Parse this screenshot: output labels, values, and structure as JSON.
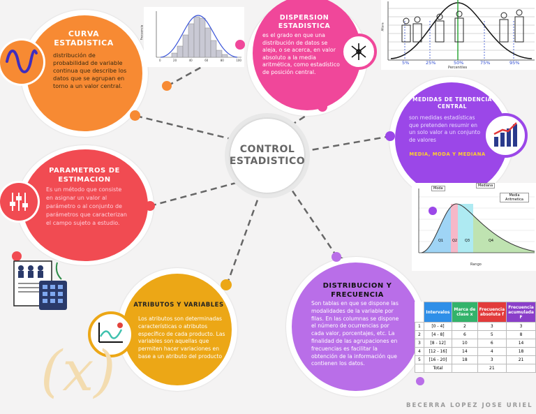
{
  "center": {
    "title_line1": "CONTROL",
    "title_line2": "ESTADISTICO"
  },
  "curva": {
    "title": "CURVA ESTADISTICA",
    "text": "distribución de probabilidad de variable continua que describe los datos que se agrupan en torno a un valor central."
  },
  "dispersion": {
    "title": "DISPERSION ESTADISTICA",
    "text": "es el grado en que una distribución de datos se aleja, o se acerca, en valor absoluto a la media aritmética, como estadístico de posición central."
  },
  "tendencia": {
    "title": "MEDIDAS DE TENDENCIA CENTRAL",
    "text": "son medidas estadísticas que pretenden resumir en un solo valor a un conjunto de valores",
    "highlight": "MEDIA, MODA Y MEDIANA"
  },
  "parametros": {
    "title": "PARAMETROS DE ESTIMACION",
    "text": "Es un método que consiste en asignar un valor al parámetro o al conjunto de parámetros que caracterizan el campo sujeto a estudio."
  },
  "atributos": {
    "title": "ATRIBUTOS Y VARIABLES",
    "text": "Los atributos son determinadas características o atributos específico de cada producto. Las variables son aquellas que permiten hacer variaciones en base a un atributo del producto"
  },
  "distribucion": {
    "title": "DISTRIBUCION Y FRECUENCIA",
    "text": "Son tablas en que se dispone las modalidades de la variable por filas. En las columnas se dispone el número de ocurrencias por cada valor, porcentajes, etc. La finalidad de las agrupaciones en frecuencias es facilitar la obtención de la información que contienen los datos."
  },
  "histogram": {
    "x_ticks": [
      "0",
      "20",
      "40",
      "60",
      "80",
      "100"
    ],
    "ylabel": "Frecuencia"
  },
  "percentiles": {
    "labels": [
      "5%",
      "25%",
      "50%",
      "75%",
      "95%"
    ],
    "xlabel": "Percentiles",
    "ylabel": "Altura"
  },
  "skew": {
    "labels": [
      "Moda",
      "Mediana",
      "Media Aritmetica"
    ],
    "quartiles": [
      "Q1",
      "Q2",
      "Q3",
      "Q4"
    ],
    "xlabel": "Rango"
  },
  "table": {
    "headers": [
      "Intervalos",
      "Marca de clase x",
      "Frecuencia absoluta f",
      "Frecuencia acumulada F"
    ],
    "rows": [
      [
        "1",
        "[0 - 4]",
        "2",
        "3",
        "3"
      ],
      [
        "2",
        "[4 - 8]",
        "6",
        "5",
        "8"
      ],
      [
        "3",
        "[8 - 12]",
        "10",
        "6",
        "14"
      ],
      [
        "4",
        "[12 - 16]",
        "14",
        "4",
        "18"
      ],
      [
        "5",
        "[16 - 20]",
        "18",
        "3",
        "21"
      ]
    ],
    "total_label": "Total",
    "total_value": "21"
  },
  "decor": {
    "x_symbol": "(x)"
  },
  "author": "BECERRA LOPEZ JOSE URIEL",
  "colors": {
    "orange": "#f78a33",
    "pink": "#f0479a",
    "purple": "#9b47e8",
    "red": "#f14b52",
    "gold": "#eca716",
    "violet": "#b96ee8"
  }
}
